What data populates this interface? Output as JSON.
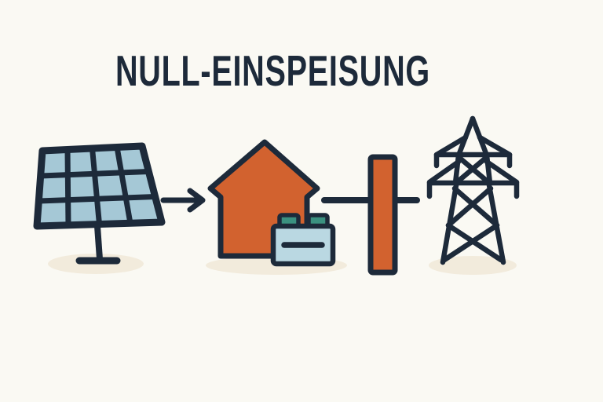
{
  "title": "NULL-EINSPEISUNG",
  "diagram": {
    "icons": [
      {
        "name": "solar-panel-icon",
        "meaning": "photovoltaic panel producing power"
      },
      {
        "name": "flow-arrow-icon",
        "meaning": "power flow from panel to house"
      },
      {
        "name": "house-icon",
        "meaning": "home consuming power"
      },
      {
        "name": "battery-icon",
        "meaning": "home battery storage"
      },
      {
        "name": "blocked-feed-barrier-icon",
        "meaning": "zero export barrier on grid line"
      },
      {
        "name": "power-pylon-icon",
        "meaning": "public electricity grid"
      }
    ]
  },
  "colors": {
    "background": "#FAF9F3",
    "ink": "#1D2A3A",
    "accent_orange": "#D2622F",
    "panel_blue": "#A5C8D6",
    "battery_blue": "#BAD8E2",
    "terminal_teal": "#3B9180",
    "shadow_beige": "#F2EBDC"
  }
}
